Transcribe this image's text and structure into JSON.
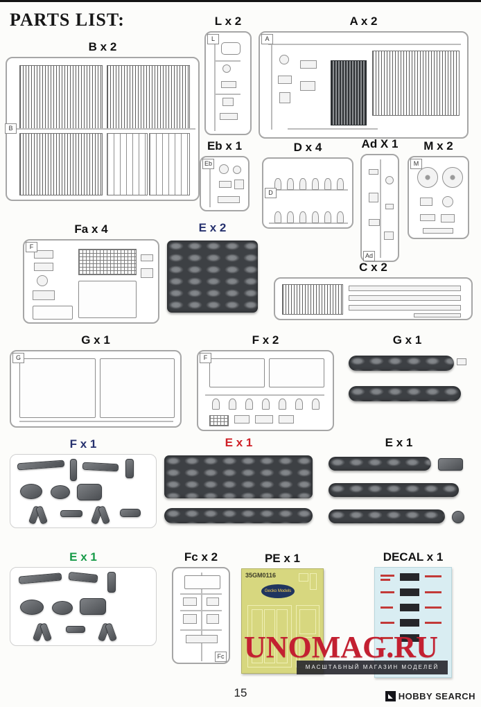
{
  "page": {
    "title": "PARTS LIST:",
    "page_number": "15",
    "footer_brand": "HOBBY SEARCH"
  },
  "watermark": {
    "text": "UNOMAG.RU",
    "subtext": "МАСШТАБНЫЙ МАГАЗИН МОДЕЛЕЙ",
    "color": "#c32031"
  },
  "pe": {
    "code": "35GM0116",
    "brand": "Gecko Models"
  },
  "panels": [
    {
      "label": "B x 2",
      "color": "#111111",
      "tag": "B"
    },
    {
      "label": "L x 2",
      "color": "#111111",
      "tag": "L"
    },
    {
      "label": "A x 2",
      "color": "#111111",
      "tag": "A"
    },
    {
      "label": "Eb x 1",
      "color": "#111111",
      "tag": "Eb"
    },
    {
      "label": "D x 4",
      "color": "#111111",
      "tag": "D"
    },
    {
      "label": "Ad X 1",
      "color": "#111111",
      "tag": "Ad"
    },
    {
      "label": "M x 2",
      "color": "#111111",
      "tag": "M"
    },
    {
      "label": "Fa x 4",
      "color": "#111111",
      "tag": "F"
    },
    {
      "label": "E x 2",
      "color": "#26316e"
    },
    {
      "label": "C x 2",
      "color": "#111111"
    },
    {
      "label": "G x 1",
      "color": "#111111",
      "tag": "G"
    },
    {
      "label": "F x 2",
      "color": "#111111",
      "tag": "F"
    },
    {
      "label": "G x 1",
      "color": "#111111"
    },
    {
      "label": "F x 1",
      "color": "#26316e"
    },
    {
      "label": "E x 1",
      "color": "#cf2027"
    },
    {
      "label": "E x 1",
      "color": "#111111"
    },
    {
      "label": "E x 1",
      "color": "#169a47"
    },
    {
      "label": "Fc x 2",
      "color": "#111111",
      "tag": "Fc"
    },
    {
      "label": "PE x 1",
      "color": "#111111"
    },
    {
      "label": "DECAL x 1",
      "color": "#111111"
    }
  ]
}
